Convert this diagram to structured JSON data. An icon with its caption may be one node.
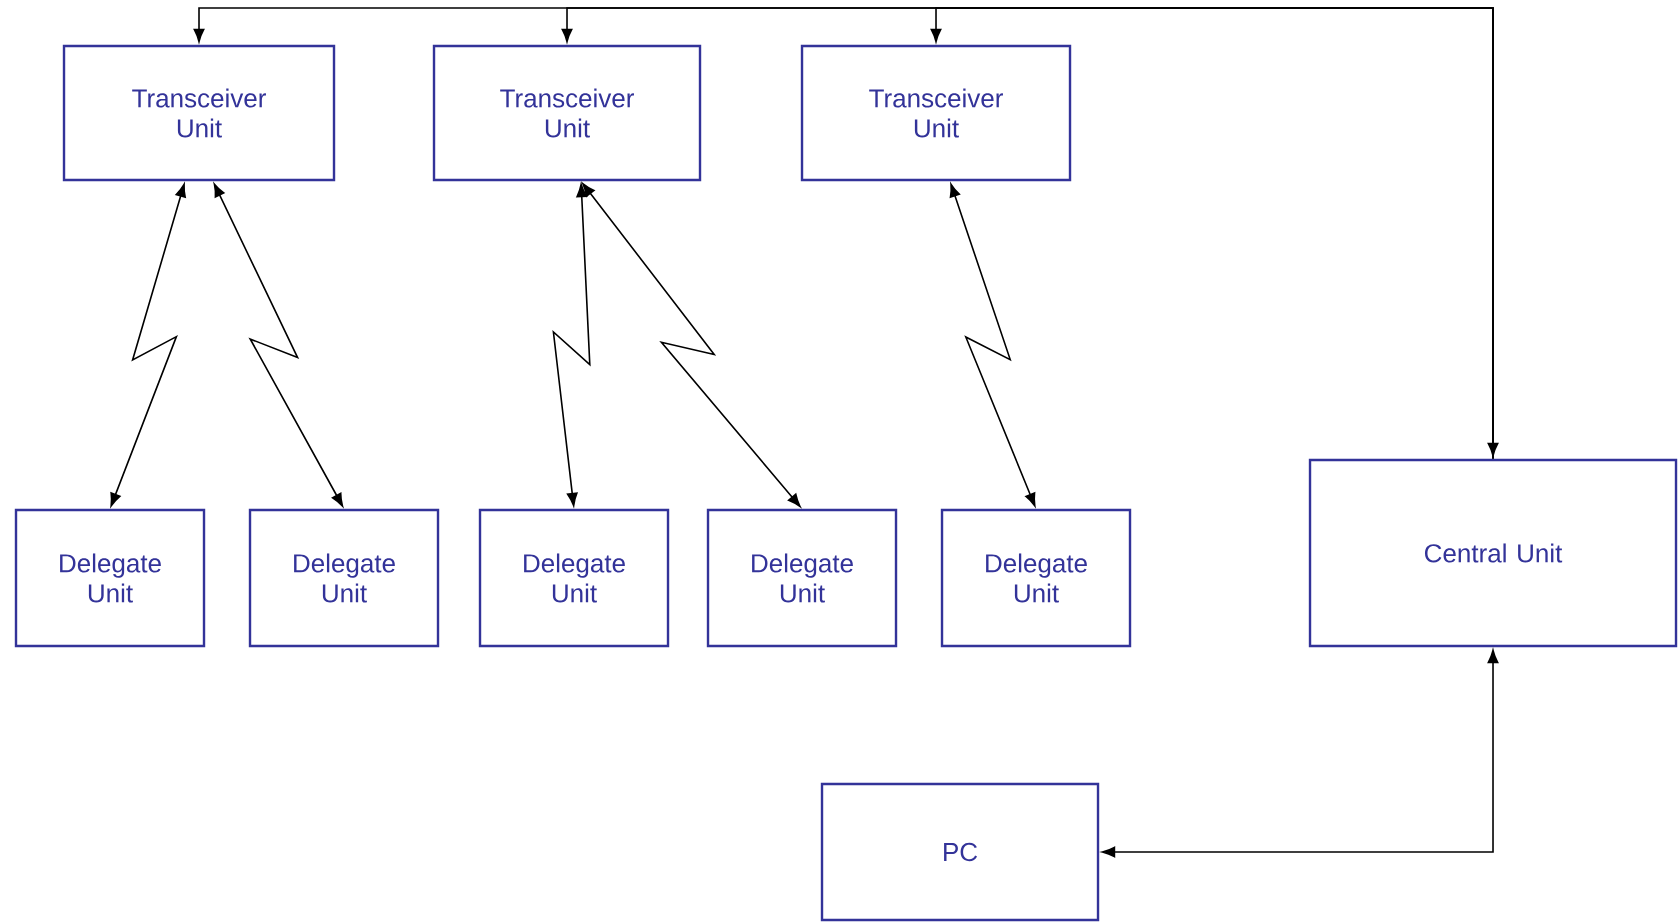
{
  "diagram": {
    "nodes": [
      {
        "text": [
          "Transceiver Unit"
        ]
      },
      {
        "text": [
          "Transceiver Unit"
        ]
      },
      {
        "text": [
          "Transceiver Unit"
        ]
      },
      {
        "text": [
          "Delegate Unit"
        ]
      },
      {
        "text": [
          "Delegate Unit"
        ]
      },
      {
        "text": [
          "Delegate Unit"
        ]
      },
      {
        "text": [
          "Delegate Unit"
        ]
      },
      {
        "text": [
          "Delegate Unit"
        ]
      },
      {
        "text": [
          "Central Unit"
        ]
      },
      {
        "text": [
          "PC"
        ]
      }
    ],
    "edges": [
      {
        "from": 8,
        "to": 0,
        "arrow": "both"
      },
      {
        "from": 8,
        "to": 1,
        "arrow": "to"
      },
      {
        "from": 8,
        "to": 2,
        "arrow": "to"
      },
      {
        "from": 0,
        "to": 3,
        "arrow": "both"
      },
      {
        "from": 0,
        "to": 4,
        "arrow": "both"
      },
      {
        "from": 1,
        "to": 5,
        "arrow": "both"
      },
      {
        "from": 1,
        "to": 6,
        "arrow": "both"
      },
      {
        "from": 2,
        "to": 7,
        "arrow": "both"
      },
      {
        "from": 9,
        "to": 8,
        "arrow": "both"
      }
    ]
  }
}
